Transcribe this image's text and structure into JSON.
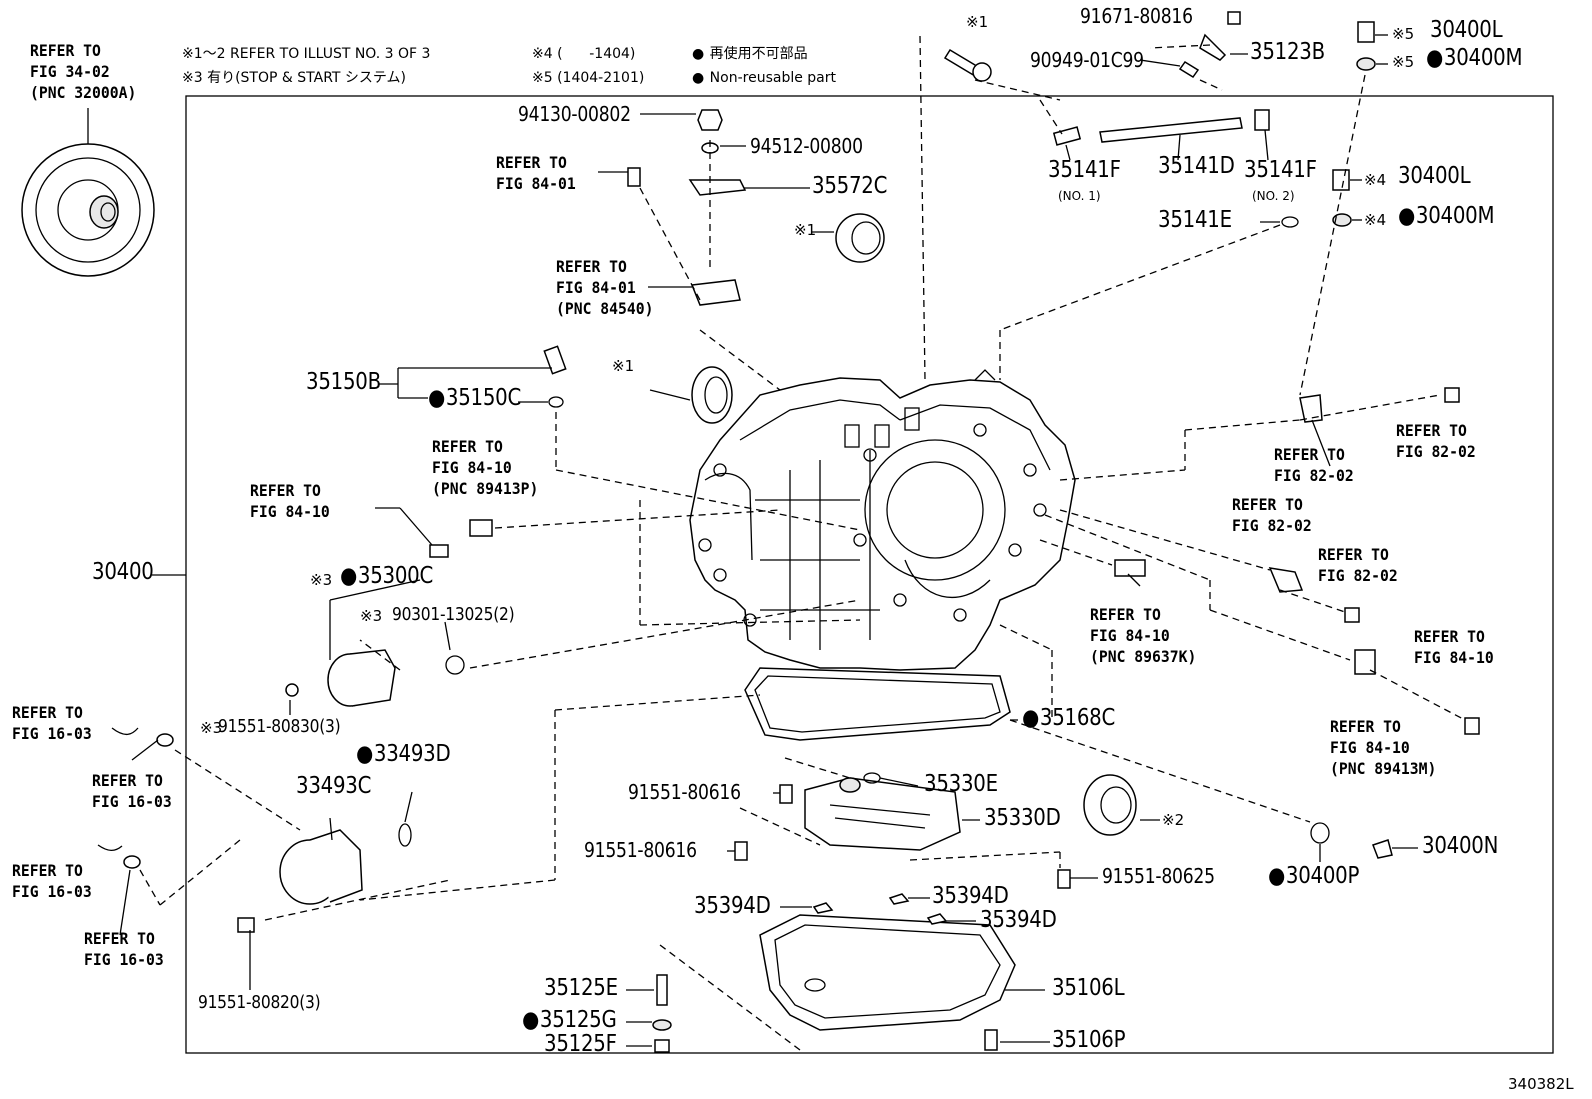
{
  "header_notes": {
    "note1": "※1〜2 REFER TO ILLUST NO. 3 OF 3",
    "note2": "※3 有り(STOP & START システム)",
    "note3": "※4 (      -1404)",
    "note4": "※5 (1404-2101)",
    "legend_jp": "再使用不可部品",
    "legend_en": "Non-reusable part"
  },
  "refer_top_left": "REFER TO\nFIG 34-02\n(PNC 32000A)",
  "illustration_number": "340382L",
  "labels": {
    "p94130": "94130-00802",
    "p94512": "94512-00800",
    "p35572C": "35572C",
    "ref_84_01_a": "REFER TO\nFIG 84-01",
    "ref_84_01_b": "REFER TO\nFIG 84-01\n(PNC 84540)",
    "k1_bolt": "1",
    "k1_bearing": "1",
    "k1_seal": "1",
    "p91671": "91671-80816",
    "p90949": "90949-01C99",
    "p35123B": "35123B",
    "p30400L_a": "30400L",
    "p30400M_a": "30400M",
    "k5_a": "5",
    "k5_b": "5",
    "p35141F_1": "35141F",
    "p35141F_1_sub": "(NO. 1)",
    "p35141D": "35141D",
    "p35141F_2": "35141F",
    "p35141F_2_sub": "(NO. 2)",
    "p30400L_b": "30400L",
    "p30400M_b": "30400M",
    "k4_a": "4",
    "k4_b": "4",
    "p35141E": "35141E",
    "p35150B": "35150B",
    "p35150C": "35150C",
    "ref_84_10_a": "REFER TO\nFIG 84-10\n(PNC 89413P)",
    "ref_84_10_b": "REFER TO\nFIG 84-10",
    "p30400": "30400",
    "p35300C": "35300C",
    "k3_a": "3",
    "p90301": "90301-13025(2)",
    "k3_b": "3",
    "p91551_80830": "91551-80830(3)",
    "k3_c": "3",
    "ref_82_02_a": "REFER TO\nFIG 82-02",
    "ref_82_02_b": "REFER TO\nFIG 82-02",
    "ref_82_02_c": "REFER TO\nFIG 82-02",
    "ref_82_02_d": "REFER TO\nFIG 82-02",
    "ref_84_10_c": "REFER TO\nFIG 84-10\n(PNC 89637K)",
    "ref_84_10_d": "REFER TO\nFIG 84-10",
    "ref_84_10_e": "REFER TO\nFIG 84-10\n(PNC 89413M)",
    "ref_16_03_a": "REFER TO\nFIG 16-03",
    "ref_16_03_b": "REFER TO\nFIG 16-03",
    "ref_16_03_c": "REFER TO\nFIG 16-03",
    "ref_16_03_d": "REFER TO\nFIG 16-03",
    "p33493D": "33493D",
    "p33493C": "33493C",
    "p35168C": "35168C",
    "p91551_80616_a": "91551-80616",
    "p35330E": "35330E",
    "p91551_80616_b": "91551-80616",
    "p35330D": "35330D",
    "k2": "2",
    "p30400N": "30400N",
    "p91551_80625": "91551-80625",
    "p30400P": "30400P",
    "p35394D_a": "35394D",
    "p35394D_b": "35394D",
    "p35394D_c": "35394D",
    "p91551_80820": "91551-80820(3)",
    "p35125E": "35125E",
    "p35125G": "35125G",
    "p35125F": "35125F",
    "p35106L": "35106L",
    "p35106P": "35106P"
  }
}
